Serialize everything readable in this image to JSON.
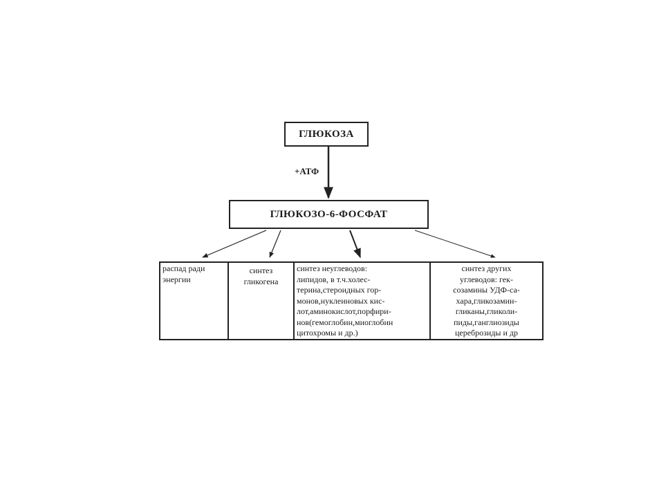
{
  "diagram": {
    "top_node": {
      "label": "ГЛЮКОЗА"
    },
    "edge_label": "+АТФ",
    "middle_node": {
      "label": "ГЛЮКОЗО-6-ФОСФАТ"
    },
    "outcomes": [
      {
        "lines": [
          "распад ради",
          "энергии"
        ]
      },
      {
        "lines": [
          "синтез",
          "гликогена"
        ]
      },
      {
        "lines": [
          "синтез неуглеводов:",
          "липидов, в т.ч.холес-",
          "терина,стероидных гор-",
          "монов,нуклеиновых кис-",
          "лот,аминокислот,порфири-",
          "нов(гемоглобин,миоглобин",
          "цитохромы и др.)"
        ]
      },
      {
        "lines": [
          "синтез других",
          "углеводов: гек-",
          "созамины УДФ-са-",
          "хара,гликозамин-",
          "гликаны,гликоли-",
          "пиды,ганглиозиды",
          "цереброзиды и др"
        ]
      }
    ]
  }
}
